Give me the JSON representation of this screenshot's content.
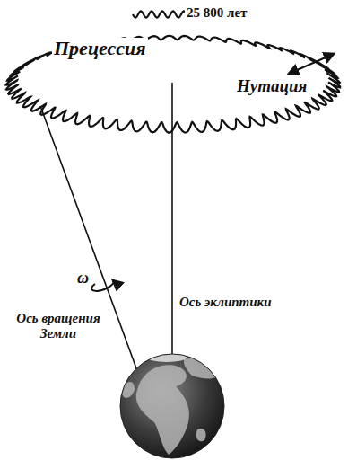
{
  "diagram": {
    "labels": [
      "25 800 лет",
      "Прецессия",
      "Нутация",
      "ω",
      "Ось вращения Земли",
      "Ось эклиптики"
    ]
  }
}
